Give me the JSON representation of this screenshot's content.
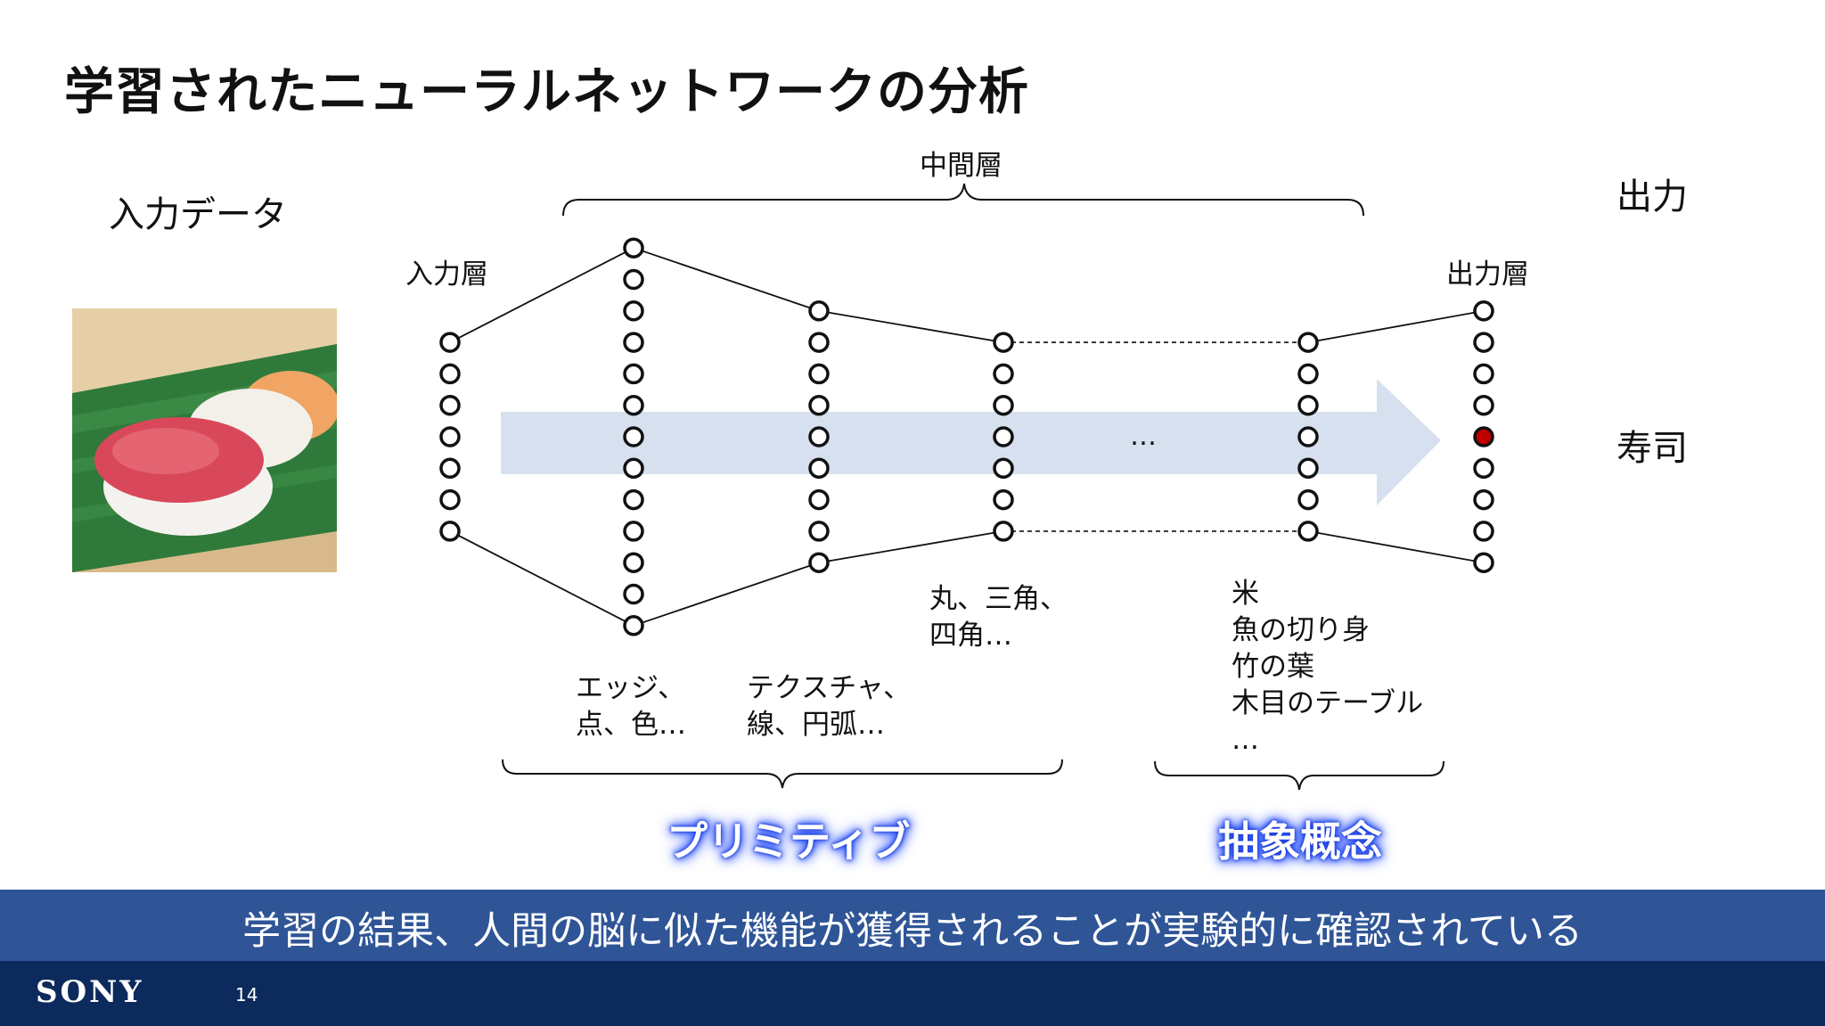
{
  "slide": {
    "title": "学習されたニューラルネットワークの分析",
    "input_data_label": "入力データ",
    "output_label": "出力",
    "result_label": "寿司",
    "middle_layer_label": "中間層",
    "input_layer_label": "入力層",
    "output_layer_label": "出力層",
    "ellipsis": "…",
    "features": {
      "edges": "エッジ、\n点、色…",
      "textures": "テクスチャ、\n線、円弧…",
      "shapes": "丸、三角、\n四角…",
      "objects": "米\n魚の切り身\n竹の葉\n木目のテーブル\n…"
    },
    "group_labels": {
      "primitive": "プリミティブ",
      "abstract": "抽象概念"
    },
    "banner_text": "学習の結果、人間の脳に似た機能が獲得されることが実験的に確認されている",
    "footer": {
      "logo": "SONY",
      "page_number": "14"
    }
  },
  "colors": {
    "banner": "#2f5597",
    "footer": "#0d2a5c",
    "arrow": "#d6e0ee",
    "active_node": "#c00000",
    "glow": "#1d3fd6"
  },
  "network": {
    "layer_node_counts": [
      7,
      13,
      9,
      7,
      7,
      9
    ],
    "active_output_node": 4,
    "dashed_link_between_layers": [
      3,
      4
    ]
  }
}
